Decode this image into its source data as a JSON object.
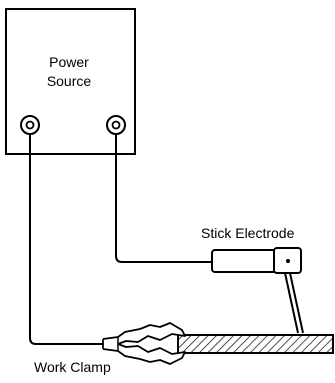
{
  "power_source": {
    "label_line1": "Power",
    "label_line2": "Source"
  },
  "electrode": {
    "label": "Stick Electrode"
  },
  "clamp": {
    "label": "Work Clamp"
  },
  "colors": {
    "line": "#000000",
    "background": "#ffffff"
  },
  "icons": {
    "left_terminal": "terminal-icon",
    "right_terminal": "terminal-icon"
  }
}
